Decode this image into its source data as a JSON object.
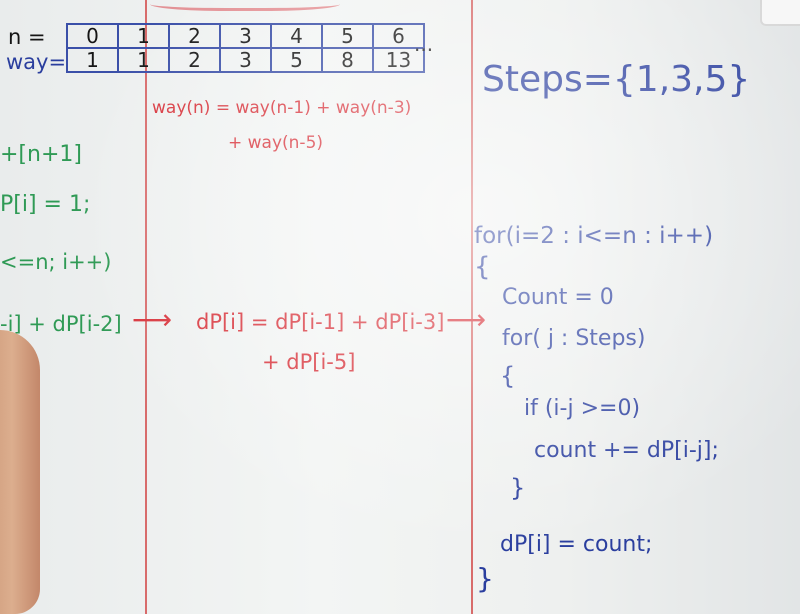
{
  "table": {
    "n_label": "n =",
    "way_label": "way=",
    "n_values": [
      "0",
      "1",
      "2",
      "3",
      "4",
      "5",
      "6"
    ],
    "way_values": [
      "1",
      "1",
      "2",
      "3",
      "5",
      "8",
      "13"
    ],
    "ellipsis": "..."
  },
  "steps": "Steps={1,3,5}",
  "recurrence": {
    "line1": "way(n) = way(n-1) + way(n-3)",
    "line2": "+ way(n-5)"
  },
  "left_code": {
    "line1": "+[n+1]",
    "line2": "P[i] = 1;",
    "line3": "<=n; i++)",
    "line4": "-i] + dP[i-2]"
  },
  "middle_code": {
    "arrow1": "⟶",
    "line1": "dP[i] = dP[i-1] + dP[i-3]",
    "arrow2": "⟶",
    "line2": "+ dP[i-5]"
  },
  "right_code": {
    "line1": "for(i=2 : i<=n : i++)",
    "line2": "{",
    "line3": "Count = 0",
    "line4": "for( j : Steps)",
    "line5": "{",
    "line6": "if (i-j >=0)",
    "line7": "count += dP[i-j];",
    "line8": "}",
    "line9": "dP[i] = count;",
    "line10": "}"
  },
  "colors": {
    "red_marker": "#d8333b",
    "green_marker": "#2f9a55",
    "blue_marker": "#2a3e9e",
    "black_marker": "#151515",
    "grid_blue": "#3a4fa8"
  }
}
